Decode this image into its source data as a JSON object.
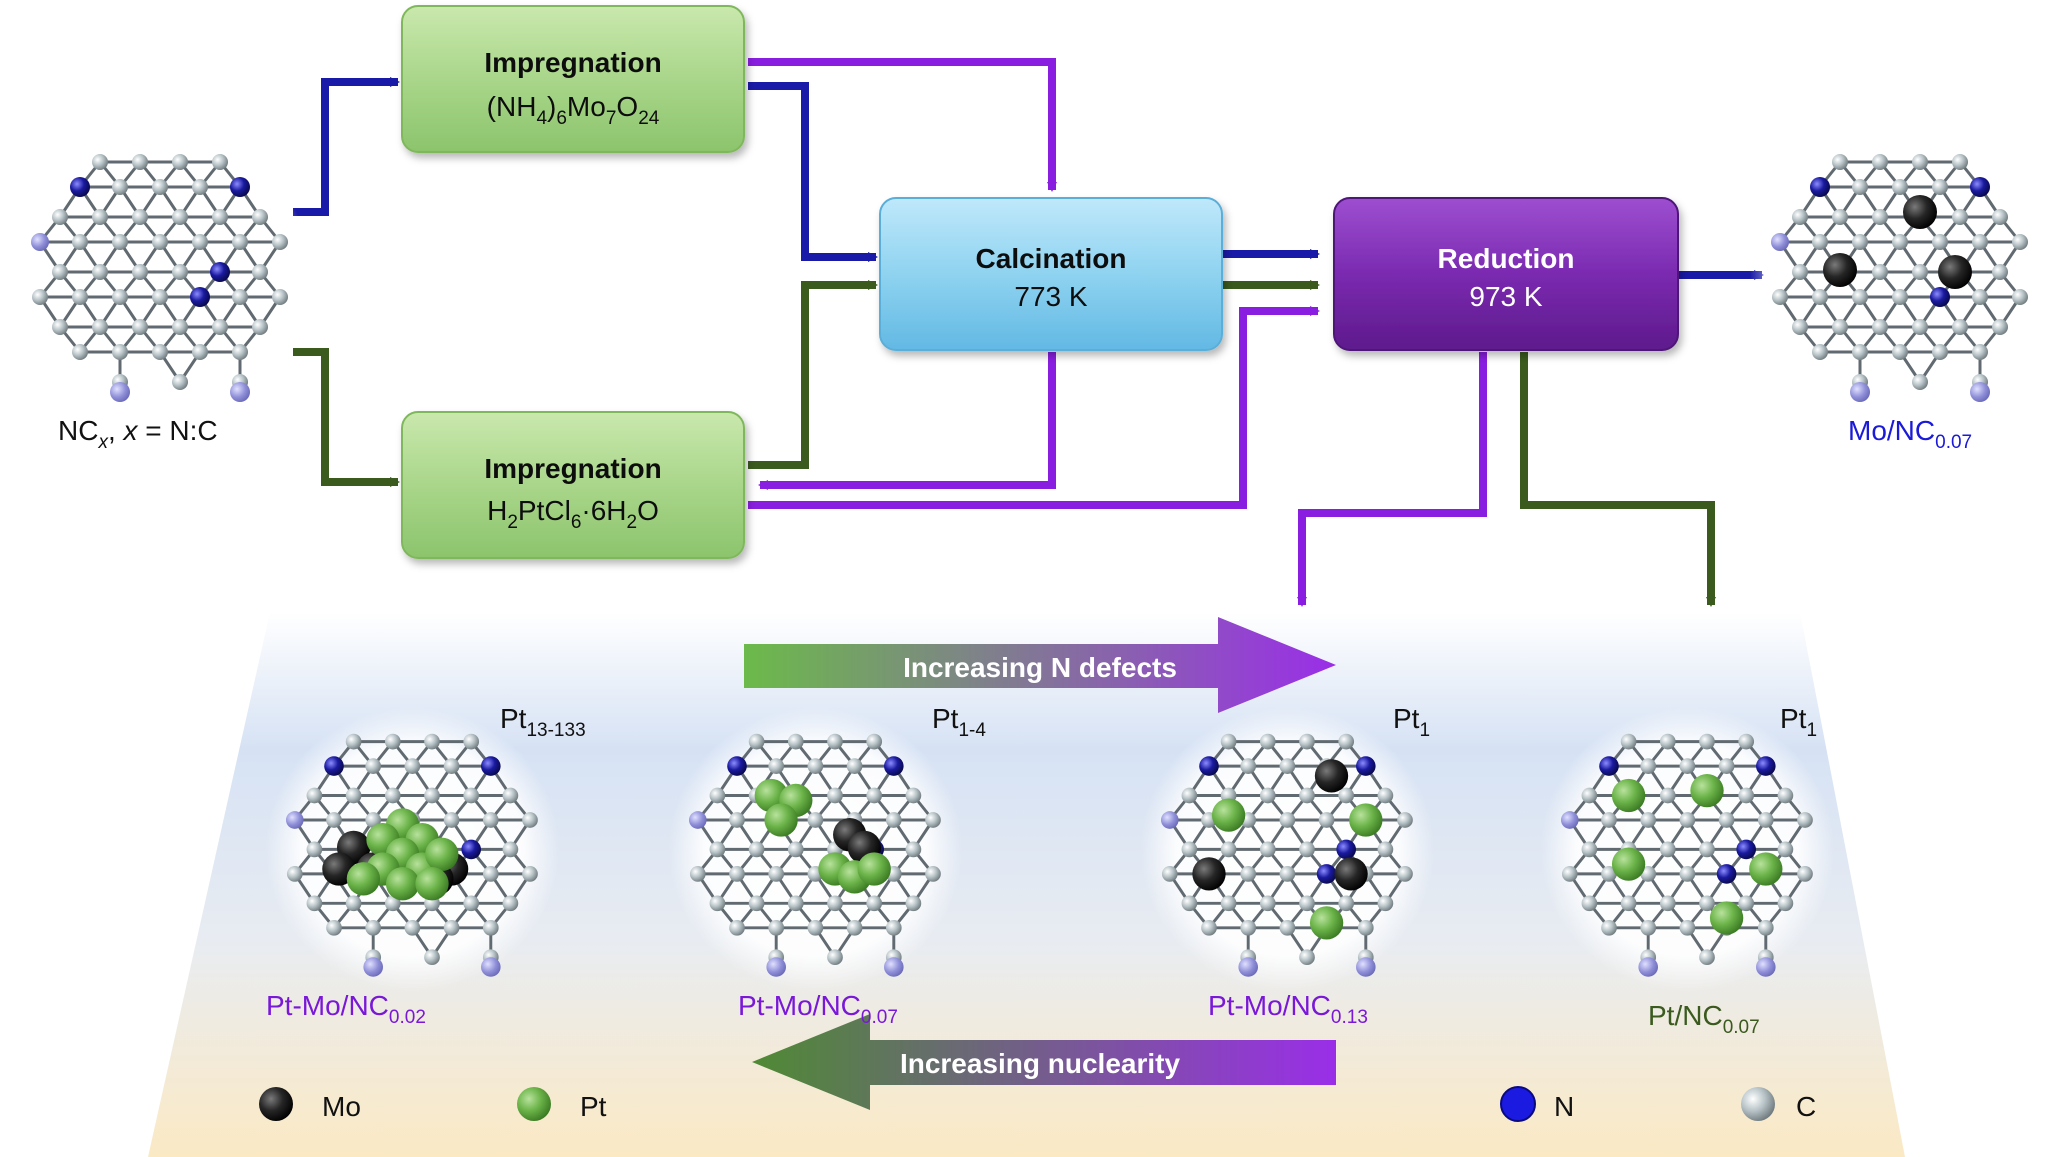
{
  "colors": {
    "blue_flow": "#1a1aa8",
    "green_flow": "#3a5a1e",
    "purple_flow": "#8a1ee0",
    "impregnation_box": "#a8d68a",
    "calcination_box": "#8fd3f0",
    "reduction_box": "#7a2ab0",
    "mo_atom": "#1e1e1e",
    "pt_atom": "#5aa83c",
    "n_atom": "#1a1aa0",
    "c_atom": "#b8c4c8"
  },
  "support": {
    "label_main": "NC",
    "label_sub": "x",
    "label_rest": ", ",
    "label_x": "x",
    "label_eq": " = N:C"
  },
  "boxes": {
    "impregnation_mo": {
      "title": "Impregnation",
      "f1": "(NH",
      "s1": "4",
      "f2": ")",
      "s2": "6",
      "f3": "Mo",
      "s3": "7",
      "f4": "O",
      "s4": "24"
    },
    "impregnation_pt": {
      "title": "Impregnation",
      "f1": "H",
      "s1": "2",
      "f2": "PtCl",
      "s2": "6",
      "f3": "·6H",
      "s3": "2",
      "f4": "O"
    },
    "calcination": {
      "title": "Calcination",
      "sub": "773 K"
    },
    "reduction": {
      "title": "Reduction",
      "sub": "973 K"
    }
  },
  "product_top": {
    "main": "Mo/NC",
    "sub": "0.07"
  },
  "arrows": {
    "top": "Increasing N defects",
    "bottom": "Increasing nuclearity"
  },
  "samples": [
    {
      "size_main": "Pt",
      "size_sub": "13-133",
      "name_main": "Pt-Mo/NC",
      "name_sub": "0.02"
    },
    {
      "size_main": "Pt",
      "size_sub": "1-4",
      "name_main": "Pt-Mo/NC",
      "name_sub": "0.07"
    },
    {
      "size_main": "Pt",
      "size_sub": "1",
      "name_main": "Pt-Mo/NC",
      "name_sub": "0.13"
    },
    {
      "size_main": "Pt",
      "size_sub": "1",
      "name_main": "Pt/NC",
      "name_sub": "0.07"
    }
  ],
  "legend": [
    "Mo",
    "Pt",
    "N",
    "C"
  ]
}
